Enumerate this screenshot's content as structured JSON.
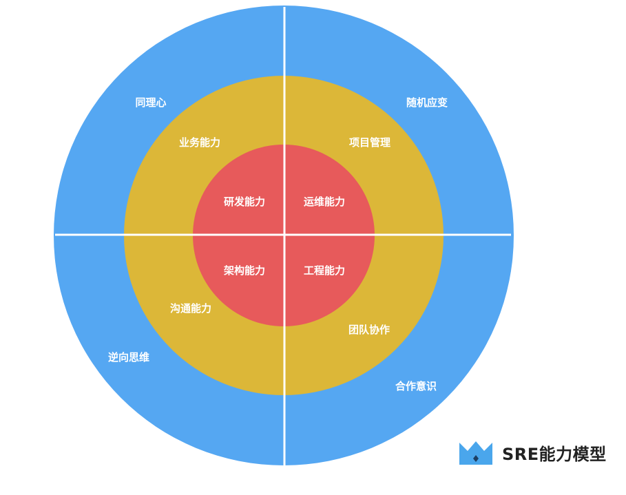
{
  "colors": {
    "outer": "#55a7f2",
    "middle": "#dcb738",
    "inner": "#e75a5b",
    "divider": "#ffffff",
    "logo": "#4aa6ec"
  },
  "rings": {
    "outer": [
      "同理心",
      "随机应变",
      "逆向思维",
      "合作意识"
    ],
    "middle": [
      "业务能力",
      "项目管理",
      "沟通能力",
      "团队协作"
    ],
    "inner": [
      "研发能力",
      "运维能力",
      "架构能力",
      "工程能力"
    ]
  },
  "brand": {
    "logo_icon": "crown-icon",
    "title": "SRE能力模型"
  }
}
